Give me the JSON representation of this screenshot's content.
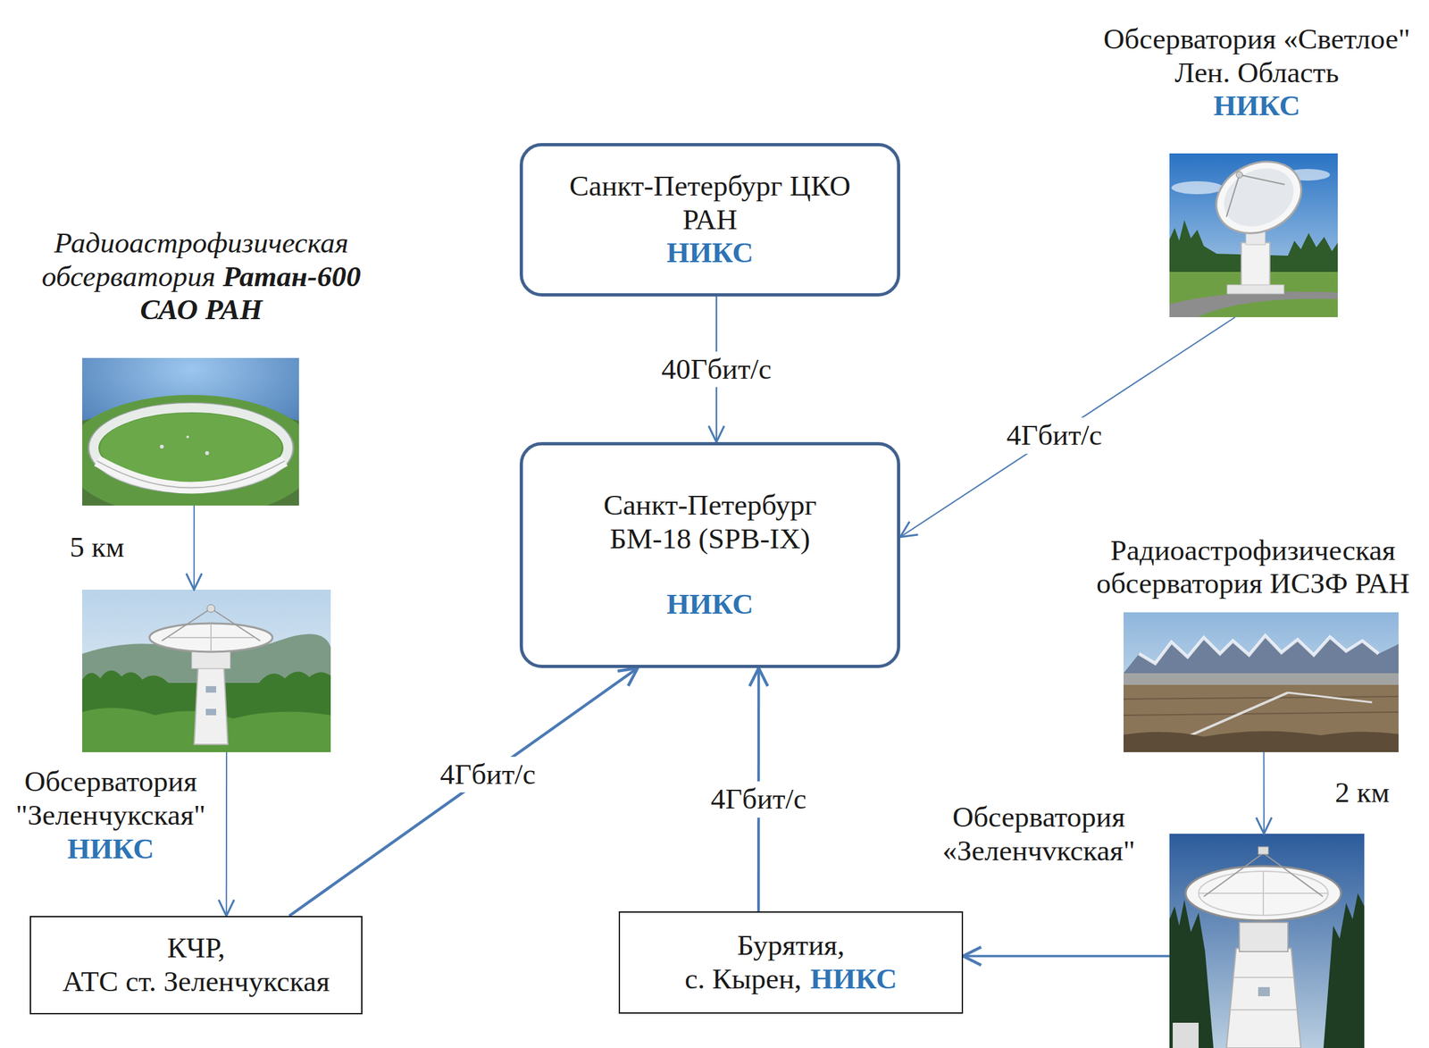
{
  "diagram": {
    "nodes": [
      {
        "text": [
          "Санкт-Петербург ЦКО РАН",
          "НИКС"
        ]
      },
      {
        "text": [
          "Обсерватория «Светлое\" Лен. Область",
          "НИКС"
        ]
      },
      {
        "text": [
          "Радиоастрофизическая обсерватория",
          "Ратан-600",
          "САО РАН"
        ]
      },
      {
        "text": [
          "Санкт-Петербург БМ-18 (SPB-IX)",
          "НИКС"
        ]
      },
      {
        "text": [
          "Радиоастрофизическая обсерватория ИСЗФ РАН"
        ]
      },
      {
        "text": [
          "Обсерватория \"Зеленчукская\"",
          "НИКС"
        ]
      },
      {
        "text": [
          "Обсерватория «Зеленчvкская\""
        ]
      },
      {
        "text": [
          "КЧР,",
          "АТС ст. Зеленчукская"
        ]
      },
      {
        "text": [
          "Бурятия,",
          "с. Кырен,",
          "НИКС"
        ]
      }
    ],
    "edges": [
      {
        "from": 0,
        "to": 3,
        "arrow": "to",
        "label": "40Гбит/с"
      },
      {
        "from": 1,
        "to": 3,
        "arrow": "to",
        "label": "4Гбит/с"
      },
      {
        "from": 2,
        "to": 5,
        "arrow": "to",
        "label": "5 км"
      },
      {
        "from": 5,
        "to": 7,
        "arrow": "to"
      },
      {
        "from": 7,
        "to": 3,
        "arrow": "to",
        "label": "4Гбит/с"
      },
      {
        "from": 8,
        "to": 3,
        "arrow": "to",
        "label": "4Гбит/с"
      },
      {
        "from": 4,
        "to": 6,
        "arrow": "to",
        "label": "2 км"
      },
      {
        "from": 6,
        "to": 8,
        "arrow": "to"
      }
    ]
  }
}
